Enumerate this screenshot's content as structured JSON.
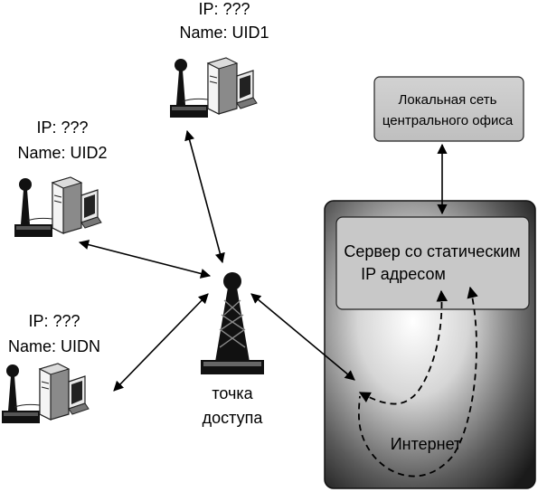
{
  "clients": [
    {
      "ip": "IP: ???",
      "name": "Name: UID1"
    },
    {
      "ip": "IP: ???",
      "name": "Name: UID2"
    },
    {
      "ip": "IP: ???",
      "name": "Name: UIDN"
    }
  ],
  "access_point": {
    "line1": "точка",
    "line2": "доступа"
  },
  "office_lan": {
    "line1": "Локальная сеть",
    "line2": "центрального офиса"
  },
  "server": {
    "line1": "Сервер со статическим",
    "line2": "IP адресом"
  },
  "internet": {
    "label": "Интернет"
  }
}
